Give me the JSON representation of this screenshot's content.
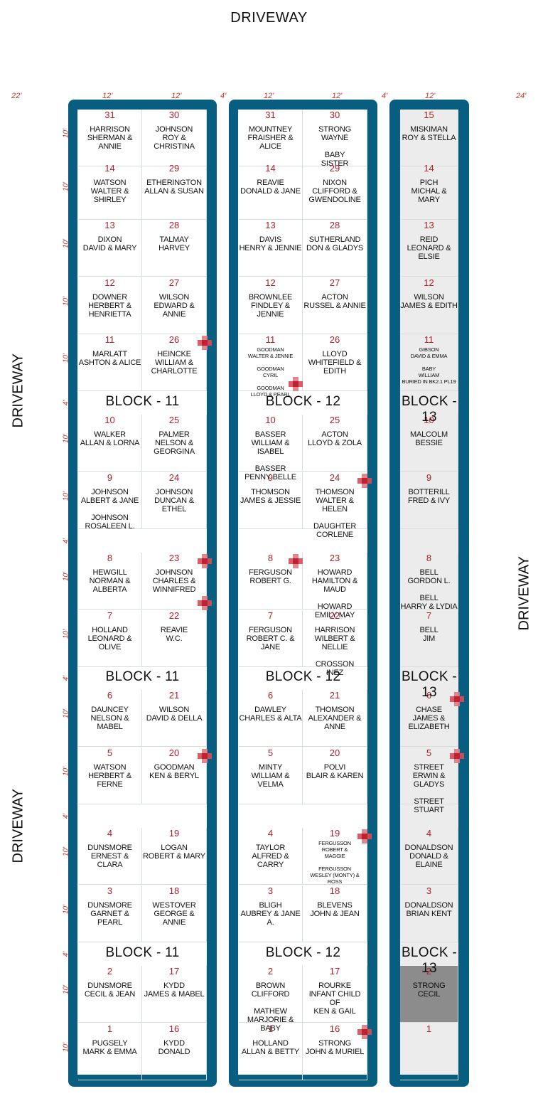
{
  "driveway_label": "DRIVEWAY",
  "block_labels": {
    "b11": "BLOCK - 11",
    "b12": "BLOCK - 12",
    "b13": "BLOCK - 13"
  },
  "dims": {
    "d22": "22'",
    "d12": "12'",
    "d4": "4'",
    "d24": "24'",
    "d10": "10'"
  },
  "block11": [
    {
      "left": {
        "num": "31",
        "names": "HARRISON\nSHERMAN & ANNIE"
      },
      "right": {
        "num": "30",
        "names": "JOHNSON\nROY & CHRISTINA"
      }
    },
    {
      "left": {
        "num": "14",
        "names": "WATSON\nWALTER & SHIRLEY"
      },
      "right": {
        "num": "29",
        "names": "ETHERINGTON\nALLAN & SUSAN"
      }
    },
    {
      "left": {
        "num": "13",
        "names": "DIXON\nDAVID & MARY"
      },
      "right": {
        "num": "28",
        "names": "TALMAY\nHARVEY"
      }
    },
    {
      "left": {
        "num": "12",
        "names": "DOWNER\nHERBERT &\nHENRIETTA"
      },
      "right": {
        "num": "27",
        "names": "WILSON\nEDWARD & ANNIE"
      }
    },
    {
      "left": {
        "num": "11",
        "names": "MARLATT\nASHTON & ALICE"
      },
      "right": {
        "num": "26",
        "names": "HEINCKE\nWILLIAM &\nCHARLOTTE"
      }
    },
    {
      "left": {
        "num": "10",
        "names": "WALKER\nALLAN & LORNA"
      },
      "right": {
        "num": "25",
        "names": "PALMER\nNELSON &\nGEORGINA"
      }
    },
    {
      "left": {
        "num": "9",
        "names": "JOHNSON\nALBERT & JANE\n\nJOHNSON\nROSALEEN L."
      },
      "right": {
        "num": "24",
        "names": "JOHNSON\nDUNCAN & ETHEL"
      }
    },
    {
      "left": {
        "num": "8",
        "names": "HEWGILL\nNORMAN &\nALBERTA"
      },
      "right": {
        "num": "23",
        "names": "JOHNSON\nCHARLES &\nWINNIFRED"
      }
    },
    {
      "left": {
        "num": "7",
        "names": "HOLLAND\nLEONARD & OLIVE"
      },
      "right": {
        "num": "22",
        "names": "REAVIE\nW.C."
      }
    },
    {
      "left": {
        "num": "6",
        "names": "DAUNCEY\nNELSON & MABEL"
      },
      "right": {
        "num": "21",
        "names": "WILSON\nDAVID & DELLA"
      }
    },
    {
      "left": {
        "num": "5",
        "names": "WATSON\nHERBERT & FERNE"
      },
      "right": {
        "num": "20",
        "names": "GOODMAN\nKEN & BERYL"
      }
    },
    {
      "left": {
        "num": "4",
        "names": "DUNSMORE\nERNEST & CLARA"
      },
      "right": {
        "num": "19",
        "names": "LOGAN\nROBERT & MARY"
      }
    },
    {
      "left": {
        "num": "3",
        "names": "DUNSMORE\nGARNET & PEARL"
      },
      "right": {
        "num": "18",
        "names": "WESTOVER\nGEORGE & ANNIE"
      }
    },
    {
      "left": {
        "num": "2",
        "names": "DUNSMORE\nCECIL  & JEAN"
      },
      "right": {
        "num": "17",
        "names": "KYDD\nJAMES & MABEL"
      }
    },
    {
      "left": {
        "num": "1",
        "names": "PUGSELY\nMARK & EMMA"
      },
      "right": {
        "num": "16",
        "names": "KYDD\nDONALD"
      }
    }
  ],
  "block12": [
    {
      "left": {
        "num": "31",
        "names": "MOUNTNEY\nFRAISHER & ALICE"
      },
      "right": {
        "num": "30",
        "names": "STRONG\nWAYNE\n\nBABY\nSISTER"
      }
    },
    {
      "left": {
        "num": "14",
        "names": "REAVIE\nDONALD & JANE"
      },
      "right": {
        "num": "29",
        "names": "NIXON\nCLIFFORD &\nGWENDOLINE"
      }
    },
    {
      "left": {
        "num": "13",
        "names": "DAVIS\nHENRY & JENNIE"
      },
      "right": {
        "num": "28",
        "names": "SUTHERLAND\nDON & GLADYS"
      }
    },
    {
      "left": {
        "num": "12",
        "names": "BROWNLEE\nFINDLEY & JENNIE"
      },
      "right": {
        "num": "27",
        "names": "ACTON\nRUSSEL & ANNIE"
      }
    },
    {
      "left": {
        "num": "11",
        "names": "GOODMAN\nWALTER & JENNIE\n\nGOODMAN\nCYRIL\n\nGOODMAN\nLLOYD & PEARL",
        "small": true
      },
      "right": {
        "num": "26",
        "names": "LLOYD\nWHITEFIELD &\nEDITH"
      }
    },
    {
      "left": {
        "num": "10",
        "names": "BASSER\nWILLIAM & ISABEL\n\nBASSER\nPENNY BELLE"
      },
      "right": {
        "num": "25",
        "names": "ACTON\nLLOYD & ZOLA"
      }
    },
    {
      "left": {
        "num": "9",
        "names": "THOMSON\nJAMES & JESSIE"
      },
      "right": {
        "num": "24",
        "names": "THOMSON\nWALTER & HELEN\n\nDAUGHTER\nCORLENE"
      }
    },
    {
      "left": {
        "num": "8",
        "names": "FERGUSON\nROBERT  G."
      },
      "right": {
        "num": "23",
        "names": "HOWARD\nHAMILTON & MAUD\n\nHOWARD\nEMILY MAY"
      }
    },
    {
      "left": {
        "num": "7",
        "names": "FERGUSON\nROBERT  C. & JANE"
      },
      "right": {
        "num": "22",
        "names": "HARRISON\nWILBERT & NELLIE\n\nCROSSON\nINEZ"
      }
    },
    {
      "left": {
        "num": "6",
        "names": "DAWLEY\nCHARLES & ALTA"
      },
      "right": {
        "num": "21",
        "names": "THOMSON\nALEXANDER &\nANNE"
      }
    },
    {
      "left": {
        "num": "5",
        "names": "MINTY\nWILLIAM & VELMA"
      },
      "right": {
        "num": "20",
        "names": "POLVI\nBLAIR & KAREN"
      }
    },
    {
      "left": {
        "num": "4",
        "names": "TAYLOR\nALFRED & CARRY"
      },
      "right": {
        "num": "19",
        "names": "FERGUSSON\nROBERT &\nMAGGIE\n\nFERGUSSON\nWESLEY (MONTY) &\nROSS",
        "small": true
      }
    },
    {
      "left": {
        "num": "3",
        "names": "BLIGH\nAUBREY & JANE A."
      },
      "right": {
        "num": "18",
        "names": "BLEVENS\nJOHN & JEAN"
      }
    },
    {
      "left": {
        "num": "2",
        "names": "BROWN\nCLIFFORD\n\nMATHEW\nMARJORIE & BABY"
      },
      "right": {
        "num": "17",
        "names": "ROURKE\nINFANT CHILD\nOF\nKEN & GAIL"
      }
    },
    {
      "left": {
        "num": "1",
        "names": "HOLLAND\nALLAN & BETTY"
      },
      "right": {
        "num": "16",
        "names": "STRONG\nJOHN & MURIEL"
      }
    }
  ],
  "block13": [
    {
      "num": "15",
      "names": "MISKIMAN\nROY & STELLA"
    },
    {
      "num": "14",
      "names": "PICH\nMICHAL & MARY"
    },
    {
      "num": "13",
      "names": "REID\nLEONARD & ELSIE"
    },
    {
      "num": "12",
      "names": "WILSON\nJAMES & EDITH"
    },
    {
      "num": "11",
      "names": "GIBSON\nDAVID & EMMA\n\nBABY\nWILLIAM\nBURIED IN BK2.1 PL19",
      "small": true
    },
    {
      "num": "10",
      "names": "MALCOLM\nBESSIE"
    },
    {
      "num": "9",
      "names": "BOTTERILL\nFRED & IVY"
    },
    {
      "num": "8",
      "names": "BELL\nGORDON L.\n\nBELL\nHARRY & LYDIA"
    },
    {
      "num": "7",
      "names": "BELL\nJIM"
    },
    {
      "num": "6",
      "names": "CHASE\nJAMES &\nELIZABETH"
    },
    {
      "num": "5",
      "names": "STREET\nERWIN & GLADYS\n\nSTREET\nSTUART"
    },
    {
      "num": "4",
      "names": "DONALDSON\nDONALD & ELAINE"
    },
    {
      "num": "3",
      "names": "DONALDSON\nBRIAN KENT"
    },
    {
      "num": "2",
      "names": "STRONG\nCECIL"
    },
    {
      "num": "1",
      "names": ""
    }
  ]
}
